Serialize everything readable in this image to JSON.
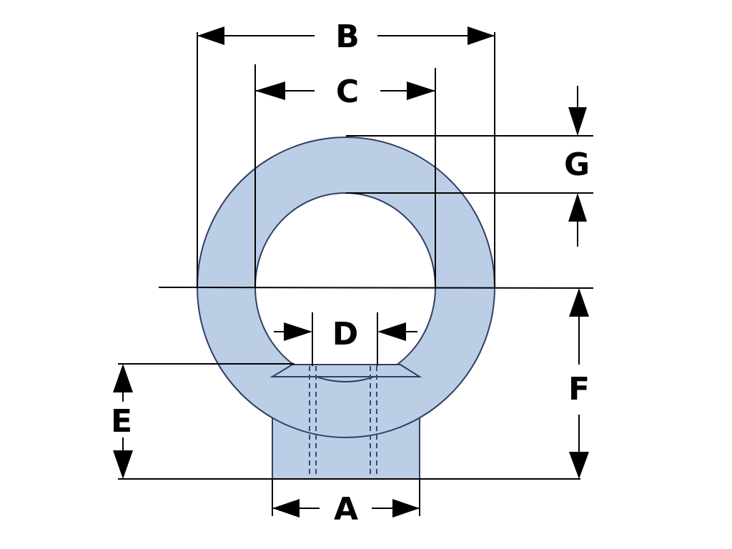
{
  "diagram": {
    "part_fill": "#bccde6",
    "outline_color": "#2f3f63",
    "labels": {
      "A": "A",
      "B": "B",
      "C": "C",
      "D": "D",
      "E": "E",
      "F": "F",
      "G": "G"
    }
  }
}
